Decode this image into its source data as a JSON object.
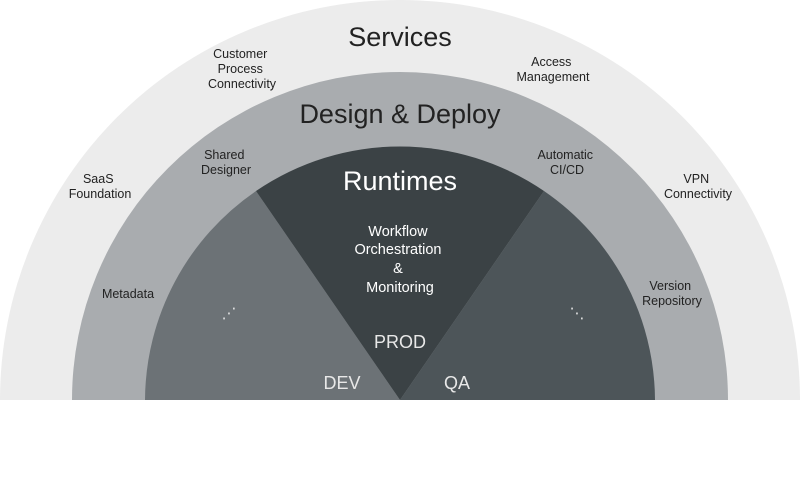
{
  "colors": {
    "services_ring": "#ececec",
    "design_ring": "#a9acaf",
    "dev_sector": "#6c7276",
    "prod_sector": "#3b4245",
    "qa_sector": "#4d5559",
    "dark_text": "#222222",
    "light_text": "#ffffff",
    "sector_label_text": "#e8e8e8"
  },
  "services": {
    "title": "Services",
    "items": {
      "customer": [
        "Customer",
        "Process",
        "Connectivity"
      ],
      "access": [
        "Access",
        "Management"
      ],
      "saas": [
        "SaaS",
        "Foundation"
      ],
      "vpn": [
        "VPN",
        "Connectivity"
      ]
    }
  },
  "design": {
    "title": "Design & Deploy",
    "items": {
      "shared": [
        "Shared",
        "Designer"
      ],
      "cicd": [
        "Automatic",
        "CI/CD"
      ],
      "metadata": [
        "Metadata"
      ],
      "version": [
        "Version",
        "Repository"
      ]
    }
  },
  "runtimes": {
    "title": "Runtimes",
    "items": [
      "Workflow",
      "Orchestration",
      "&",
      "Monitoring"
    ],
    "dev_label": "DEV",
    "prod_label": "PROD",
    "qa_label": "QA",
    "dev_ellipsis": "⋰",
    "qa_ellipsis": "⋱"
  }
}
